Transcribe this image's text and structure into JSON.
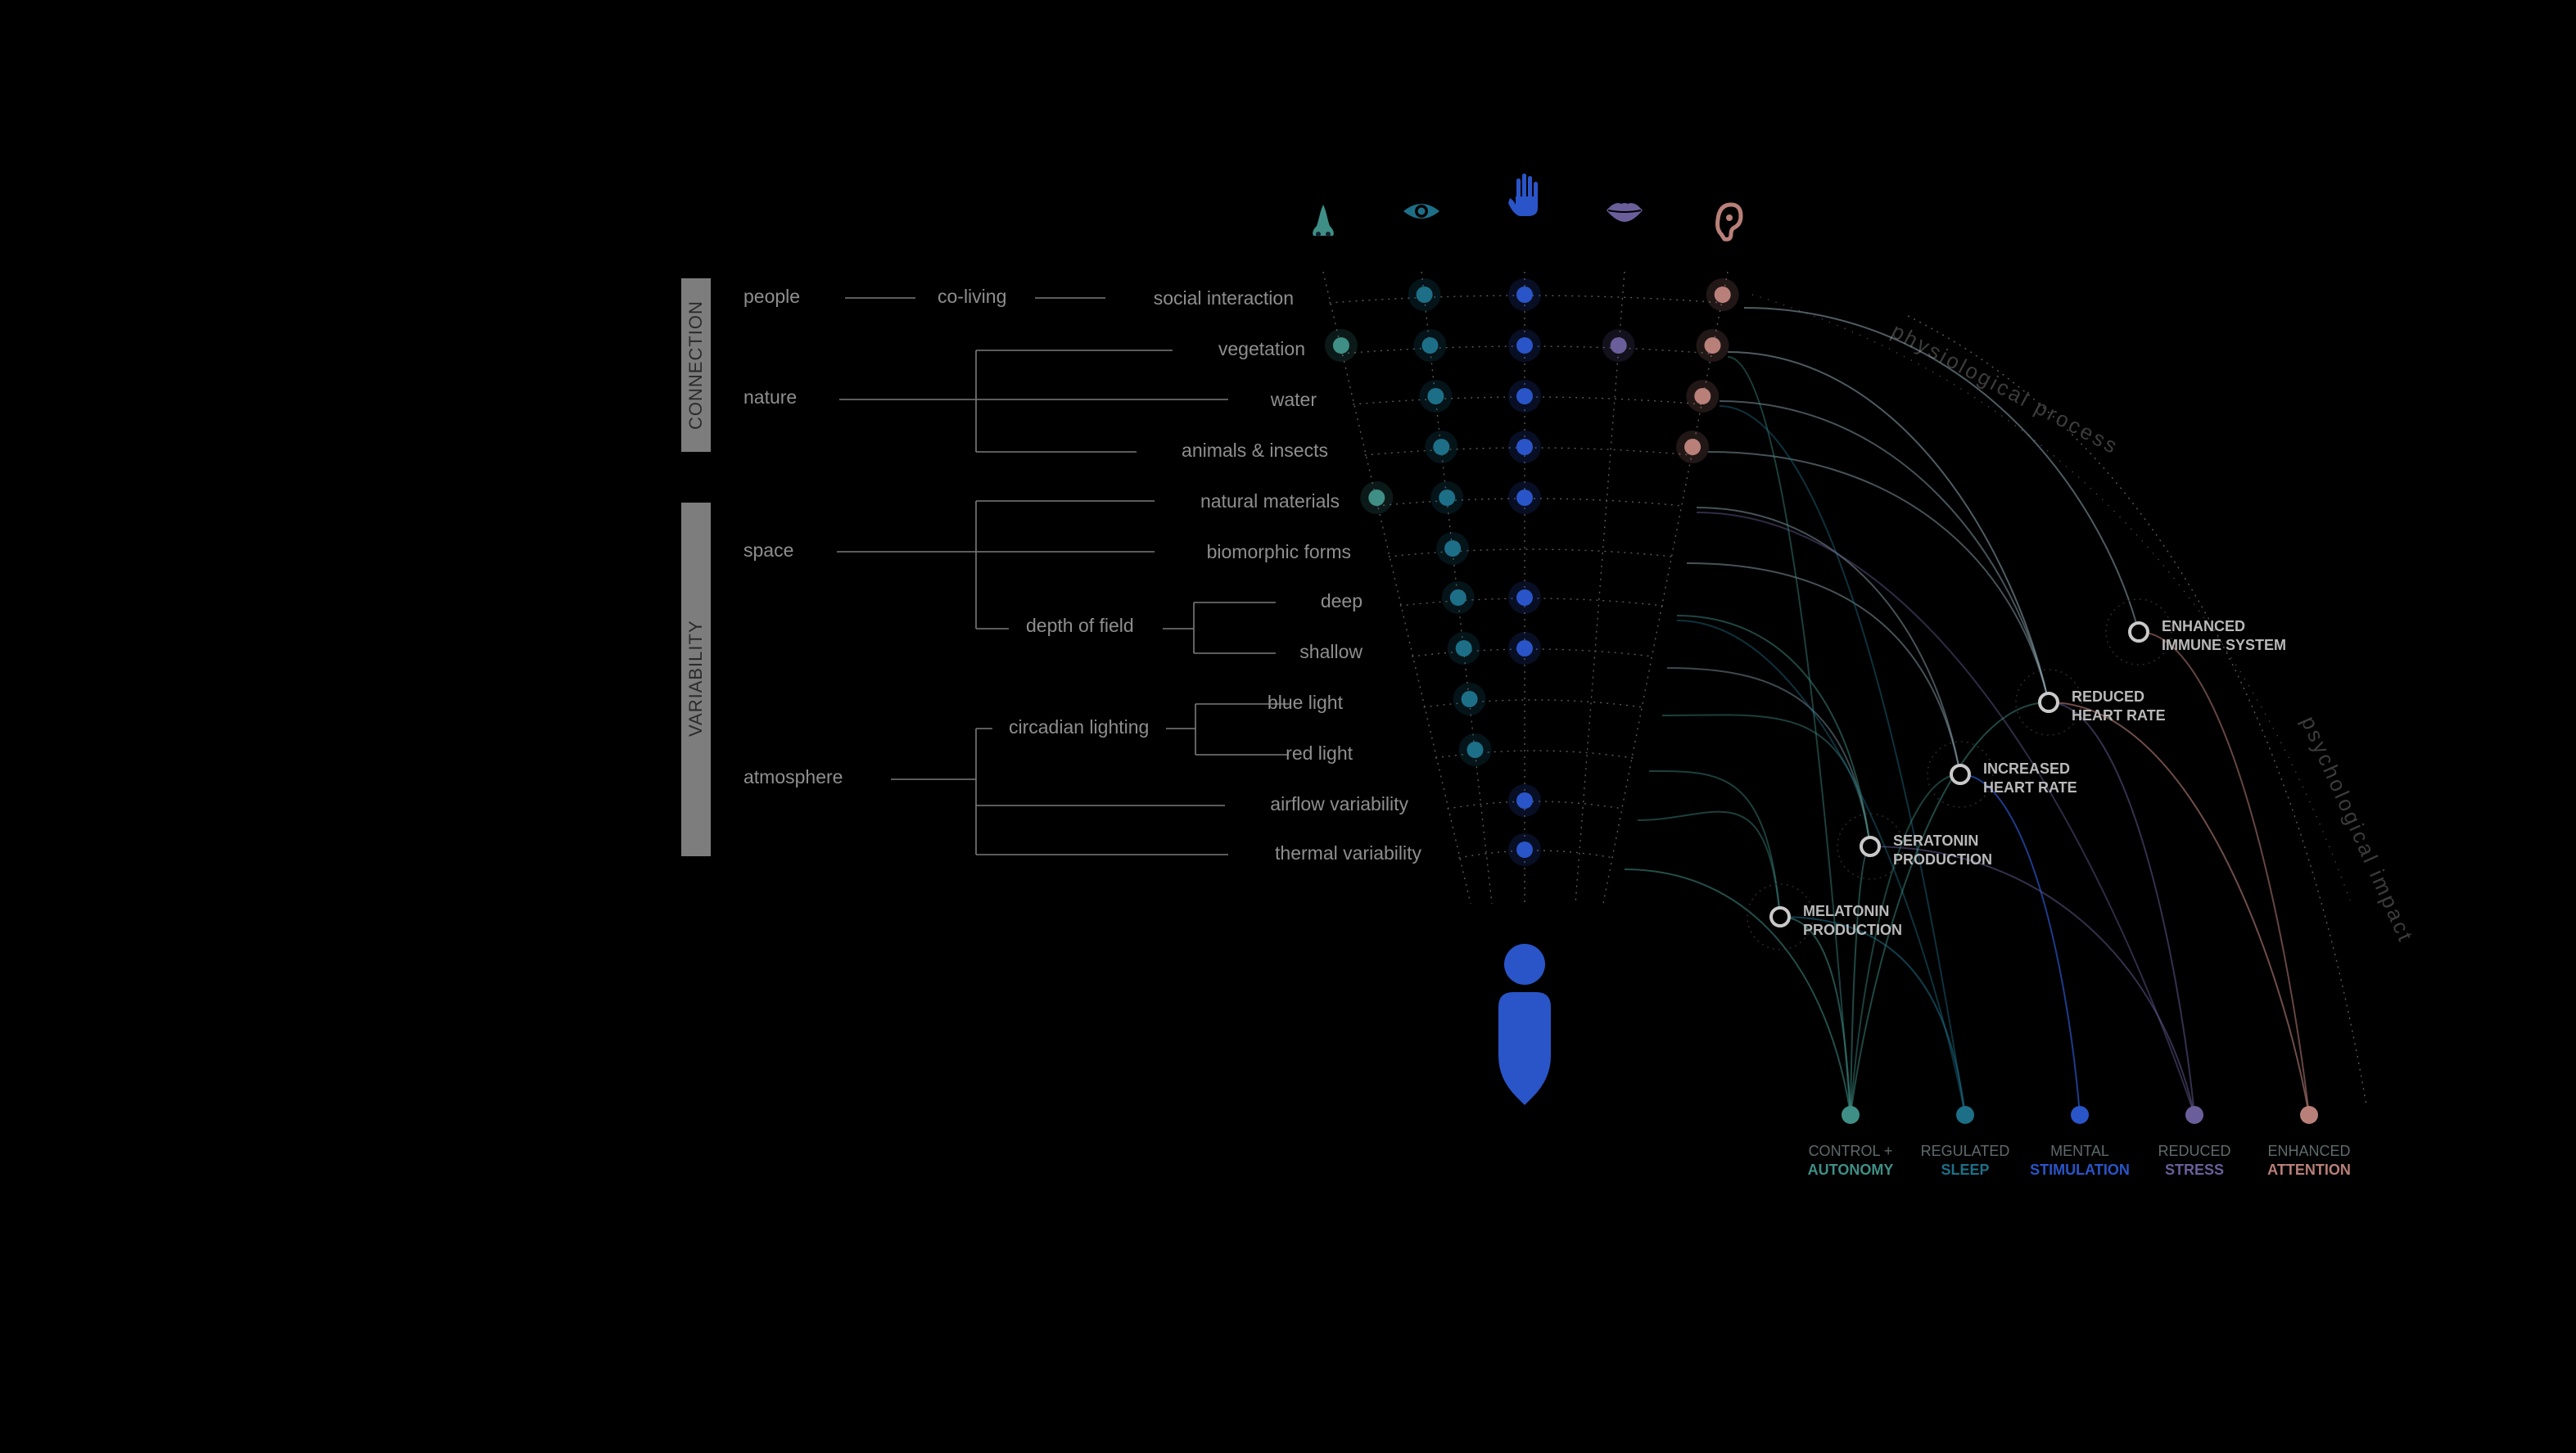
{
  "sidebar": {
    "connection": "CONNECTION",
    "variability": "VARIABILITY"
  },
  "categories": {
    "people": "people",
    "coliving": "co-living",
    "nature": "nature",
    "space": "space",
    "depth": "depth of field",
    "circadian": "circadian lighting",
    "atmosphere": "atmosphere"
  },
  "rows": [
    {
      "label": "social interaction"
    },
    {
      "label": "vegetation"
    },
    {
      "label": "water"
    },
    {
      "label": "animals & insects"
    },
    {
      "label": "natural materials"
    },
    {
      "label": "biomorphic forms"
    },
    {
      "label": "deep"
    },
    {
      "label": "shallow"
    },
    {
      "label": "blue light"
    },
    {
      "label": "red light"
    },
    {
      "label": "airflow variability"
    },
    {
      "label": "thermal variability"
    }
  ],
  "senses": [
    {
      "icon": "nose-icon",
      "color": "#3f8f86"
    },
    {
      "icon": "eye-icon",
      "color": "#1d6f88"
    },
    {
      "icon": "hand-icon",
      "color": "#2a55c8"
    },
    {
      "icon": "lips-icon",
      "color": "#6a5f9a"
    },
    {
      "icon": "ear-icon",
      "color": "#b98079"
    }
  ],
  "sense_marks": {
    "nose": [
      1,
      4
    ],
    "eye": [
      0,
      1,
      2,
      3,
      4,
      5,
      6,
      7,
      8,
      9
    ],
    "touch": [
      0,
      1,
      2,
      3,
      4,
      6,
      7,
      10,
      11
    ],
    "taste": [
      1
    ],
    "hearing": [
      0,
      1,
      2,
      3
    ]
  },
  "arc_labels": {
    "outer": "physiological process",
    "inner": "psychological impact"
  },
  "nodes": [
    {
      "id": "immune",
      "line1": "ENHANCED",
      "line2": "IMMUNE SYSTEM"
    },
    {
      "id": "reduced_hr",
      "line1": "REDUCED",
      "line2": "HEART RATE"
    },
    {
      "id": "increased_hr",
      "line1": "INCREASED",
      "line2": "HEART RATE"
    },
    {
      "id": "serotonin",
      "line1": "SERATONIN",
      "line2": "PRODUCTION"
    },
    {
      "id": "melatonin",
      "line1": "MELATONIN",
      "line2": "PRODUCTION"
    }
  ],
  "outcomes": [
    {
      "top": "CONTROL +",
      "bottom": "AUTONOMY",
      "color": "#3f8f86"
    },
    {
      "top": "REGULATED",
      "bottom": "SLEEP",
      "color": "#1d6f88"
    },
    {
      "top": "MENTAL",
      "bottom": "STIMULATION",
      "color": "#2a55c8"
    },
    {
      "top": "REDUCED",
      "bottom": "STRESS",
      "color": "#6a5f9a"
    },
    {
      "top": "ENHANCED",
      "bottom": "ATTENTION",
      "color": "#b98079"
    }
  ],
  "person_icon": "person-icon"
}
